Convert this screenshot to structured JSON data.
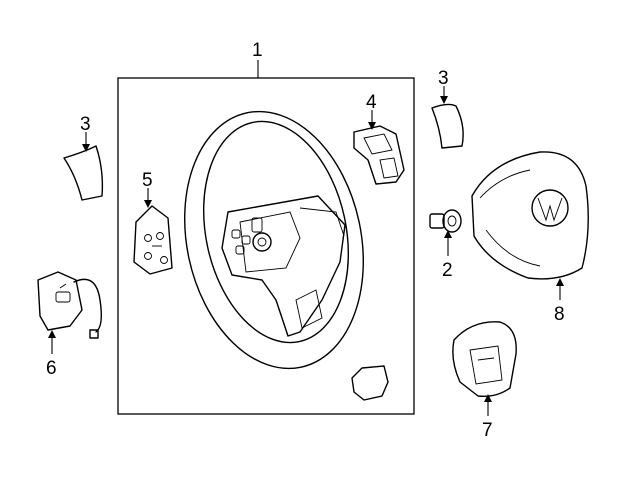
{
  "callouts": {
    "c1": "1",
    "c2": "2",
    "c3a": "3",
    "c3b": "3",
    "c4": "4",
    "c5": "5",
    "c6": "6",
    "c7": "7",
    "c8": "8"
  },
  "icons": {
    "steering_wheel": "steering-wheel-icon",
    "airbag": "airbag-module-icon",
    "trim_cover": "trim-cover-icon"
  }
}
